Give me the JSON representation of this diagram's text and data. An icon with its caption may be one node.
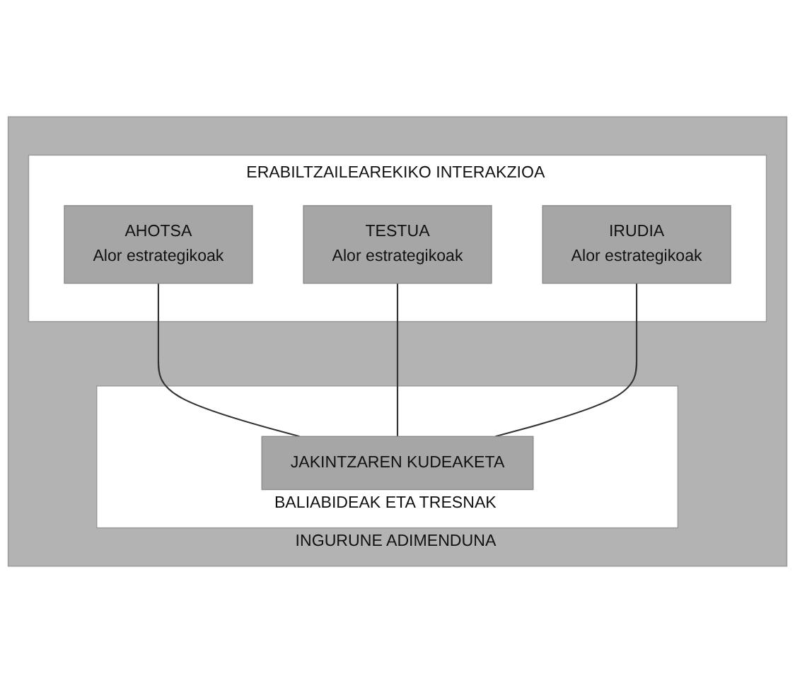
{
  "diagram": {
    "nodes": [
      {
        "text": [
          "INGURUNE ADIMENDUNA"
        ]
      },
      {
        "text": [
          "ERABILTZAILEAREKIKO INTERAKZIOA"
        ],
        "in": 0
      },
      {
        "text": [
          "AHOTSA",
          "Alor estrategikoak"
        ],
        "in": 1
      },
      {
        "text": [
          "TESTUA",
          "Alor estrategikoak"
        ],
        "in": 1
      },
      {
        "text": [
          "IRUDIA",
          "Alor estrategikoak"
        ],
        "in": 1
      },
      {
        "text": [
          "BALIABIDEAK ETA TRESNAK"
        ],
        "in": 0
      },
      {
        "text": [
          "JAKINTZAREN KUDEAKETA"
        ],
        "in": 5
      }
    ],
    "edges": [
      {
        "from": 2,
        "to": 6,
        "arrow": "none"
      },
      {
        "from": 3,
        "to": 6,
        "arrow": "none"
      },
      {
        "from": 4,
        "to": 6,
        "arrow": "none"
      }
    ]
  }
}
